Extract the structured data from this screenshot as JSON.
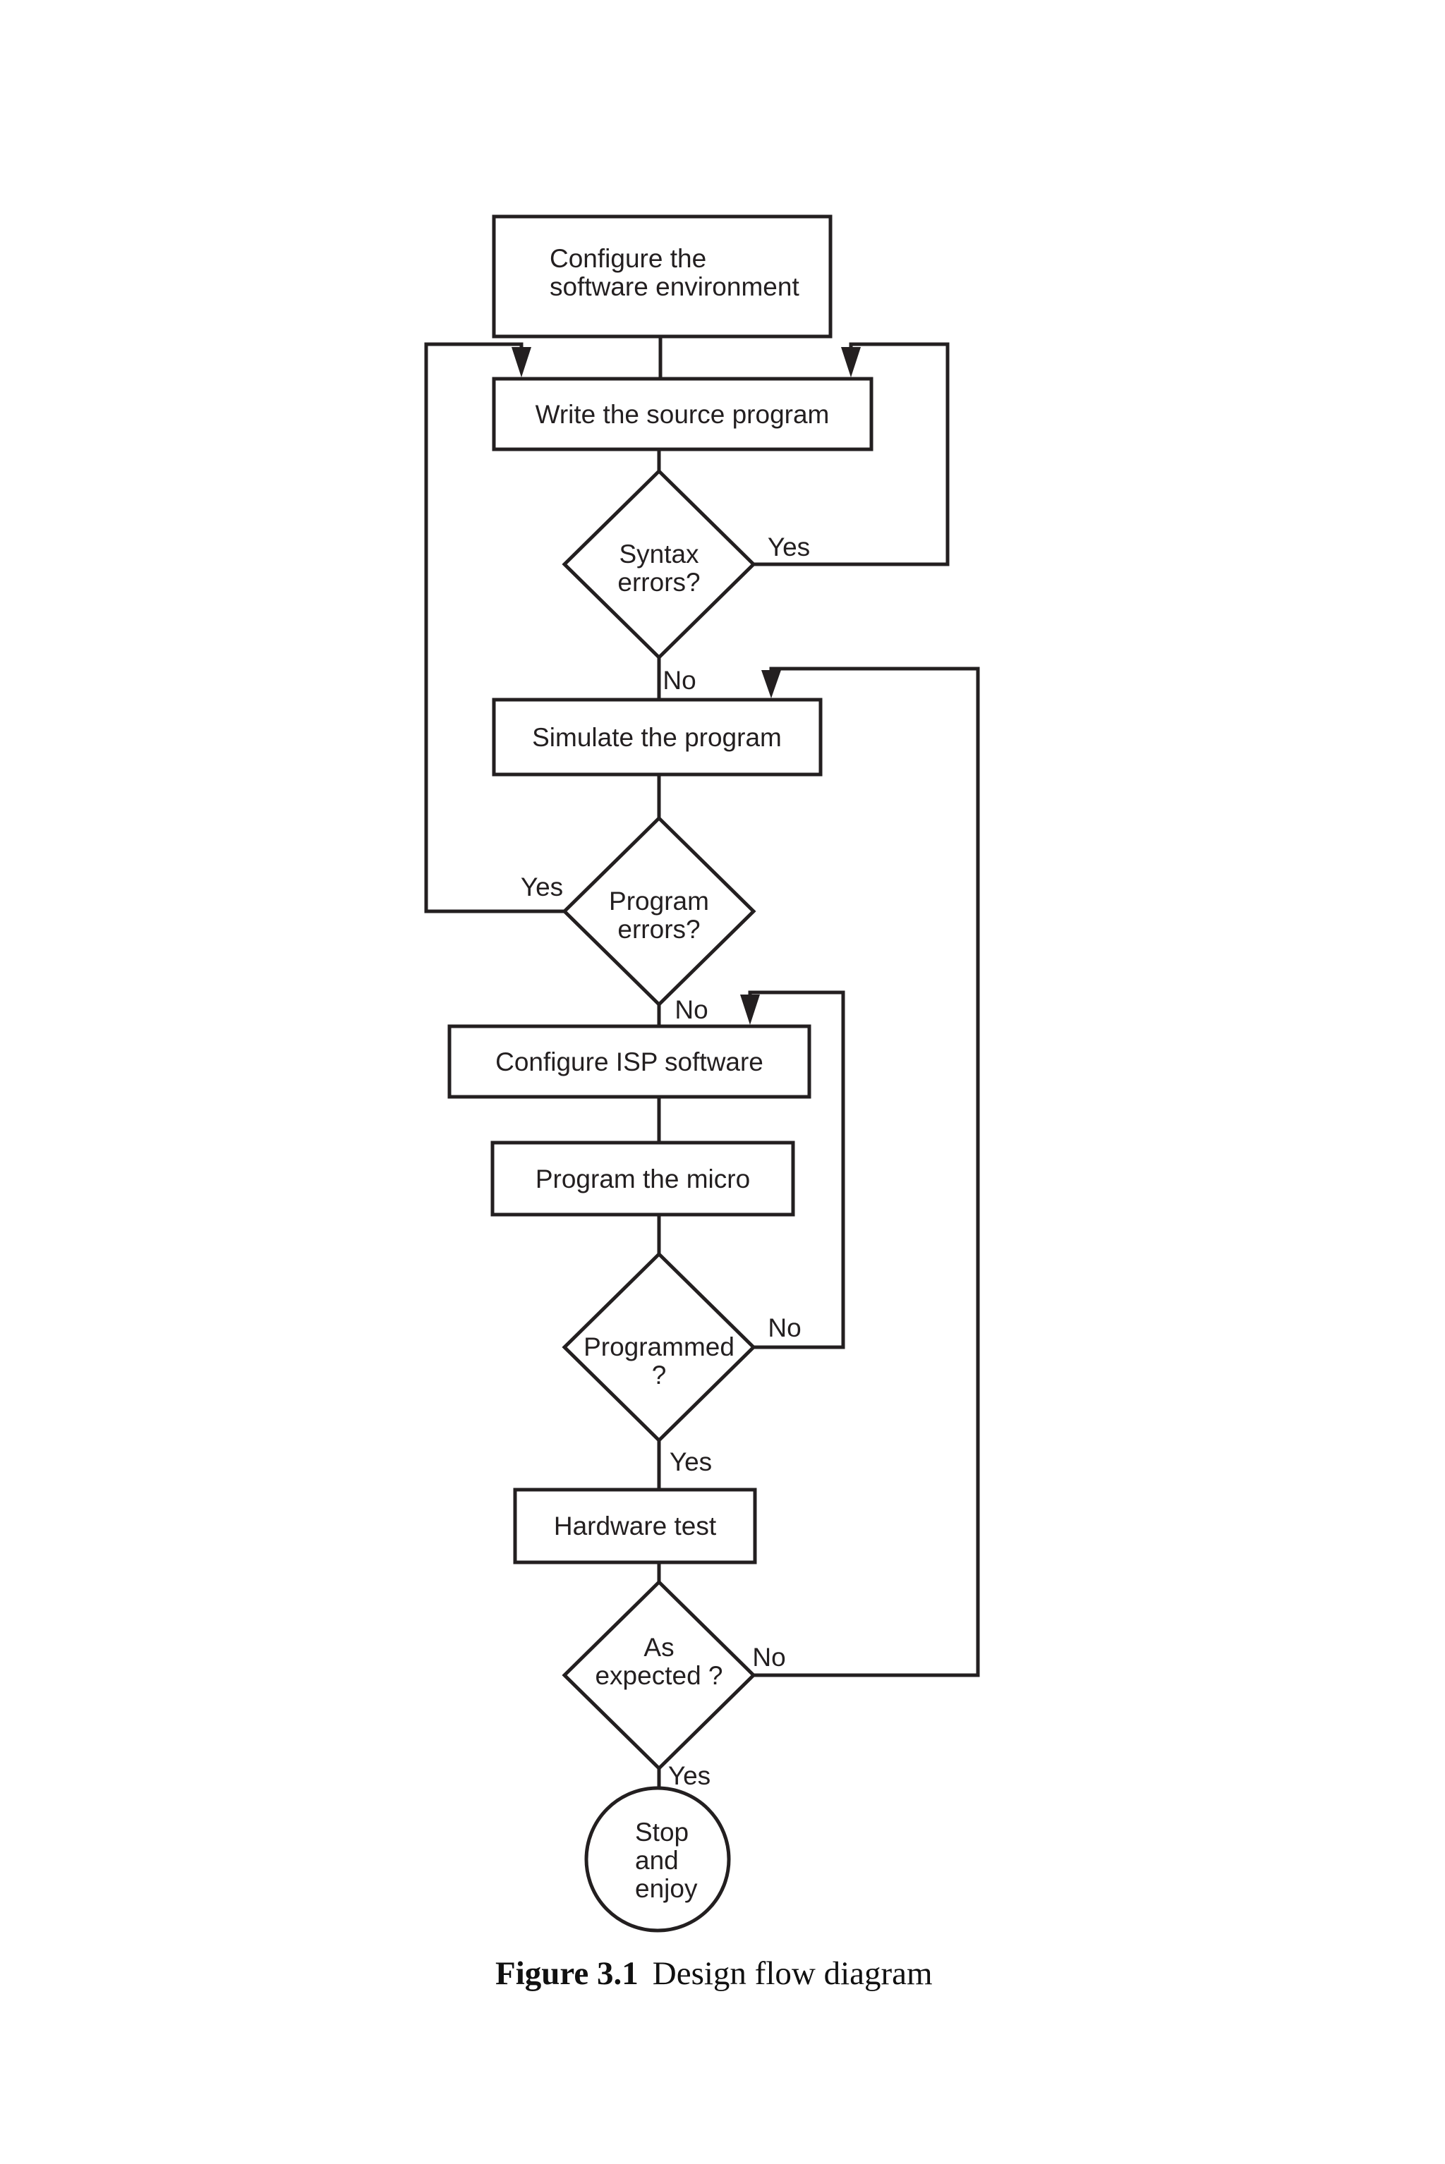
{
  "figure": {
    "caption_label": "Figure 3.1",
    "caption_text": "Design flow diagram"
  },
  "nodes": {
    "configure_env": {
      "type": "process",
      "line1": "Configure the",
      "line2": "software environment"
    },
    "write_source": {
      "type": "process",
      "label": "Write the source program"
    },
    "syntax_errors": {
      "type": "decision",
      "line1": "Syntax",
      "line2": "errors?"
    },
    "simulate": {
      "type": "process",
      "label": "Simulate the program"
    },
    "program_errors": {
      "type": "decision",
      "line1": "Program",
      "line2": "errors?"
    },
    "configure_isp": {
      "type": "process",
      "label": "Configure ISP software"
    },
    "program_micro": {
      "type": "process",
      "label": "Program the micro"
    },
    "programmed": {
      "type": "decision",
      "line1": "Programmed",
      "line2": "?"
    },
    "hardware_test": {
      "type": "process",
      "label": "Hardware test"
    },
    "as_expected": {
      "type": "decision",
      "line1": "As",
      "line2": "expected ?"
    },
    "stop": {
      "type": "terminator",
      "line1": "Stop",
      "line2": "and",
      "line3": "enjoy"
    }
  },
  "edge_labels": {
    "syntax_yes": "Yes",
    "syntax_no": "No",
    "program_errors_yes": "Yes",
    "program_errors_no": "No",
    "programmed_no": "No",
    "programmed_yes": "Yes",
    "as_expected_no": "No",
    "as_expected_yes": "Yes"
  },
  "colors": {
    "ink": "#231f20",
    "paper": "#ffffff"
  }
}
